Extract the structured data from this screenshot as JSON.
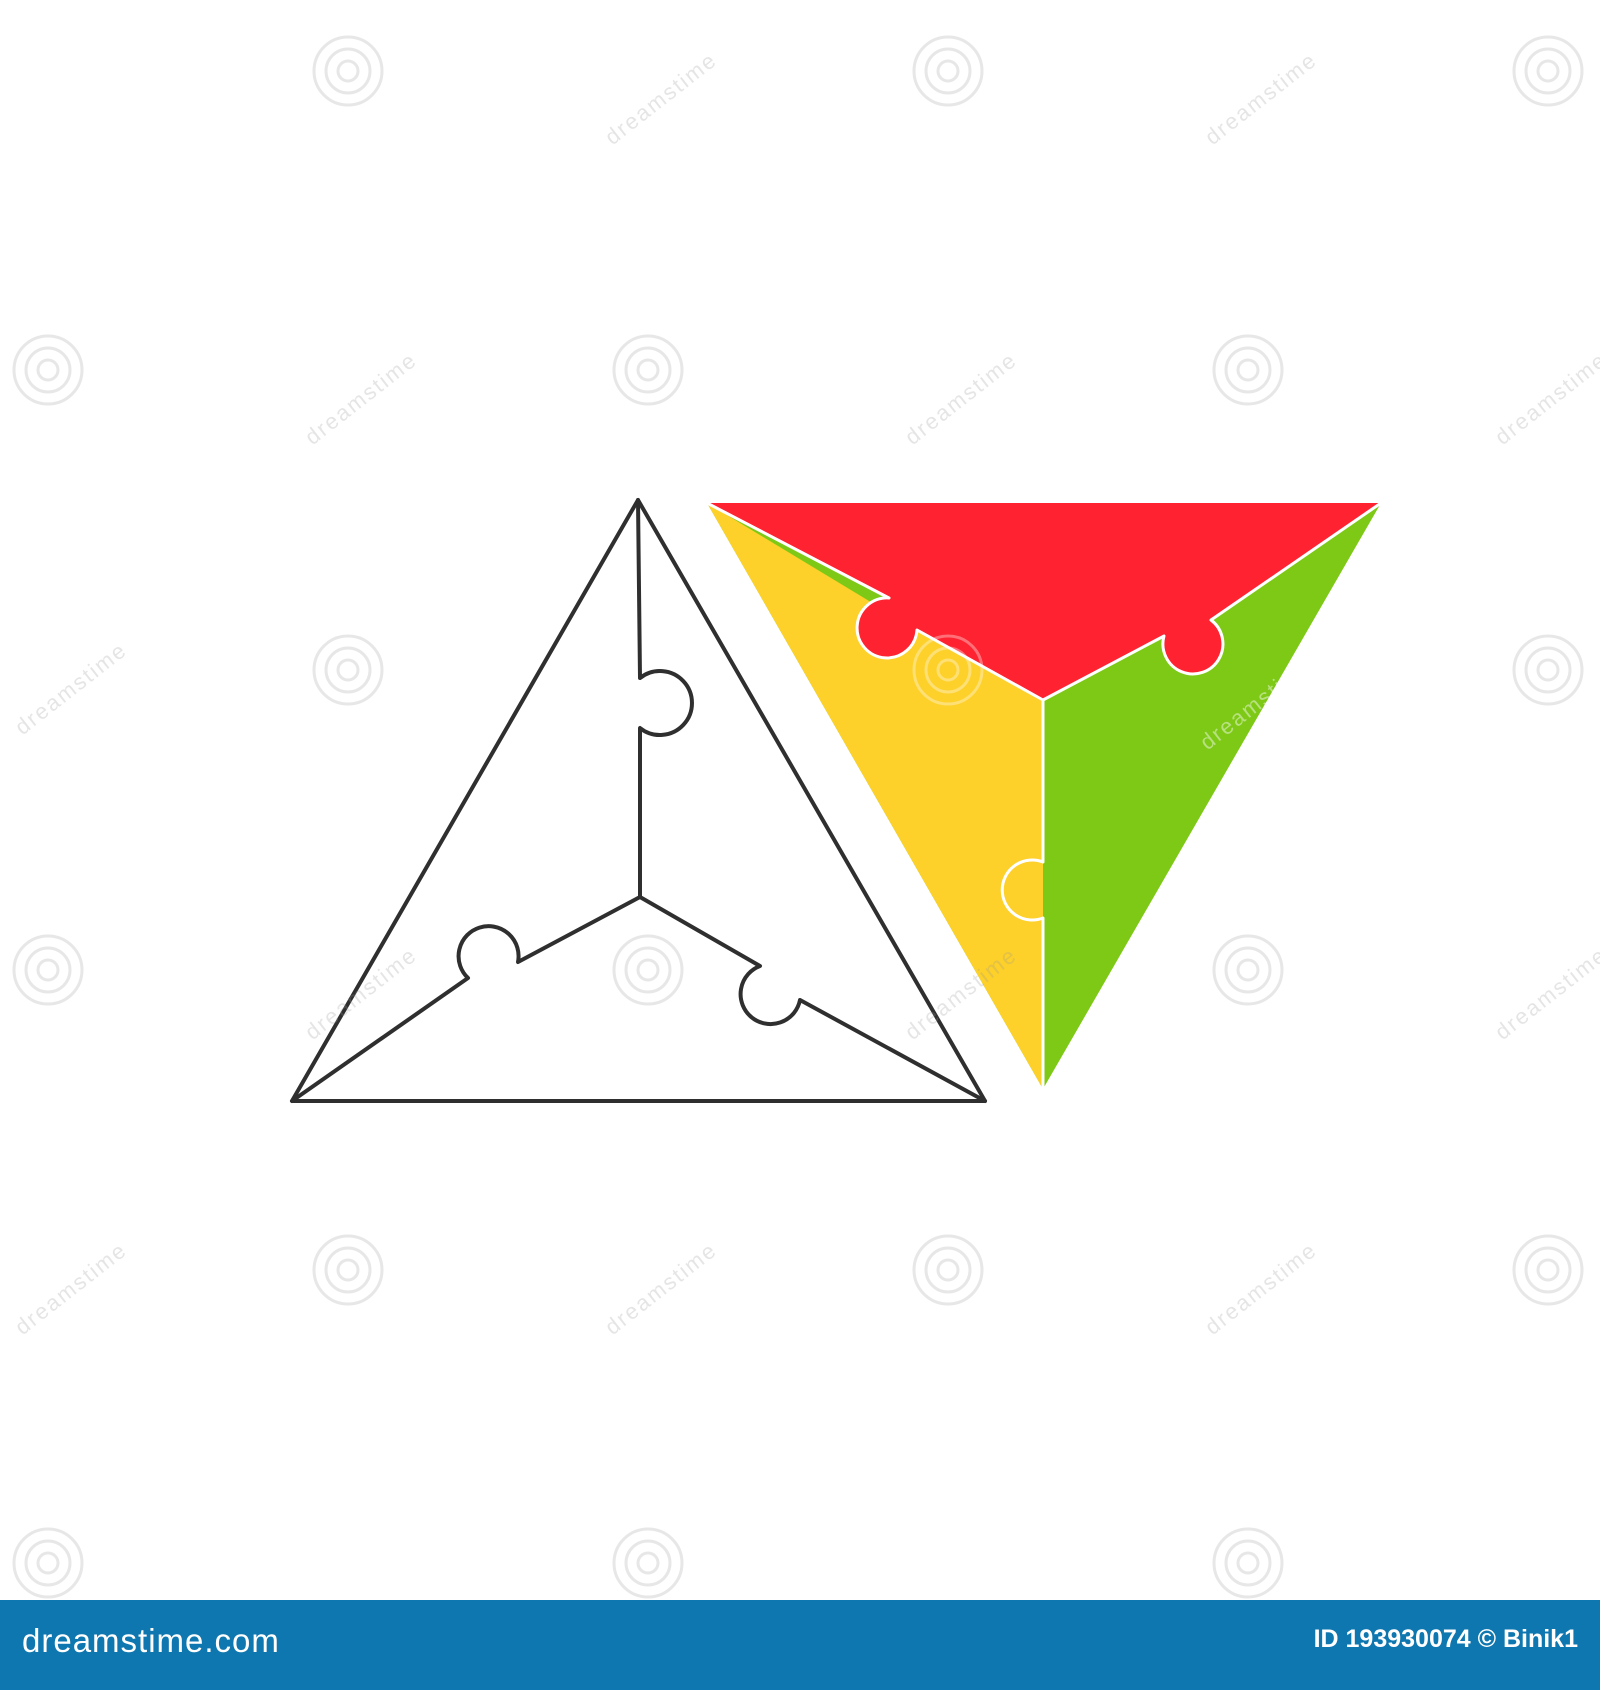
{
  "colors": {
    "background": "#ffffff",
    "outline": "#2f2f2f",
    "piece_red": "#ff2230",
    "piece_yellow": "#fdd02a",
    "piece_green": "#7dc916",
    "footer": "#0f77b0",
    "footer_text": "#ffffff"
  },
  "icons": {
    "outline_triangle": "outlined-triangle-puzzle-icon",
    "colored_triangle": "colored-triangle-puzzle-icon"
  },
  "watermark": {
    "text": "dreamstime"
  },
  "footer": {
    "brand": "dreamstime.com",
    "image_id": "ID 193930074 © Binik1"
  }
}
